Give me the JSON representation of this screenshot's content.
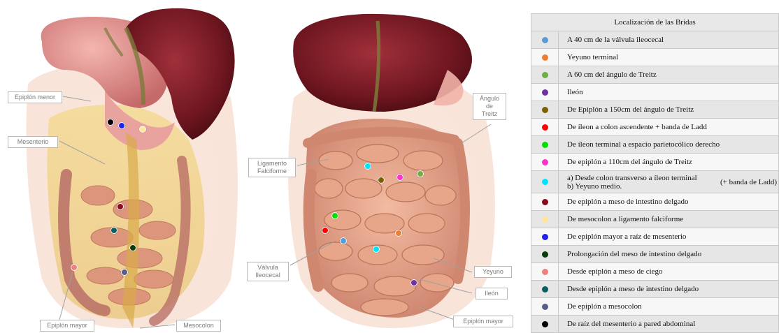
{
  "legend": {
    "title": "Localización de las Bridas",
    "rows": [
      {
        "color": "#5b9bd5",
        "text": "A 40 cm de la válvula ileocecal"
      },
      {
        "color": "#ed7d31",
        "text": "Yeyuno terminal"
      },
      {
        "color": "#70ad47",
        "text": "A 60 cm del ángulo de Treitz"
      },
      {
        "color": "#7030a0",
        "text": "Ileón"
      },
      {
        "color": "#7f6000",
        "text": "De Epiplón a 150cm del ángulo de Treitz"
      },
      {
        "color": "#ff0000",
        "text": "De íleon a colon ascendente + banda de Ladd"
      },
      {
        "color": "#00e000",
        "text": "De íleon terminal a espacio parietocólico derecho"
      },
      {
        "color": "#ff33cc",
        "text": "De epiplón a 110cm del ángulo de Treitz"
      },
      {
        "color": "#00e5ff",
        "text": "a) Desde colon transverso a íleon terminal",
        "text2": "b) Yeyuno medio.",
        "side": "(+ banda de Ladd)"
      },
      {
        "color": "#8b0a1e",
        "text": "De epiplón a meso de intestino delgado"
      },
      {
        "color": "#ffe699",
        "text": "De mesocolon a ligamento falciforme"
      },
      {
        "color": "#2222ee",
        "text": "De epiplón mayor a raíz de mesenterio"
      },
      {
        "color": "#0b3d0b",
        "text": "Prolongación del meso de intestino delgado"
      },
      {
        "color": "#f08080",
        "text": "Desde epiplón a meso de ciego"
      },
      {
        "color": "#0b5e5e",
        "text": "Desde epiplón a meso de intestino delgado"
      },
      {
        "color": "#5c5c8a",
        "text": "De epiplón a mesocolon"
      },
      {
        "color": "#000000",
        "text": "De raíz del mesenterio a pared abdominal"
      }
    ]
  },
  "labels": {
    "epiplon_menor": "Epiplón menor",
    "mesenterio": "Mesenterio",
    "epiplon_mayor_left": "Epiplón mayor",
    "mesocolon": "Mesocolon",
    "ligamento": "Ligamento\nFalciforme",
    "angulo": "Ángulo\nde\nTreitz",
    "valvula": "Válvula\nIleocecal",
    "yeyuno": "Yeyuno",
    "ileon": "Ileón",
    "epiplon_mayor_right": "Epiplón mayor"
  }
}
